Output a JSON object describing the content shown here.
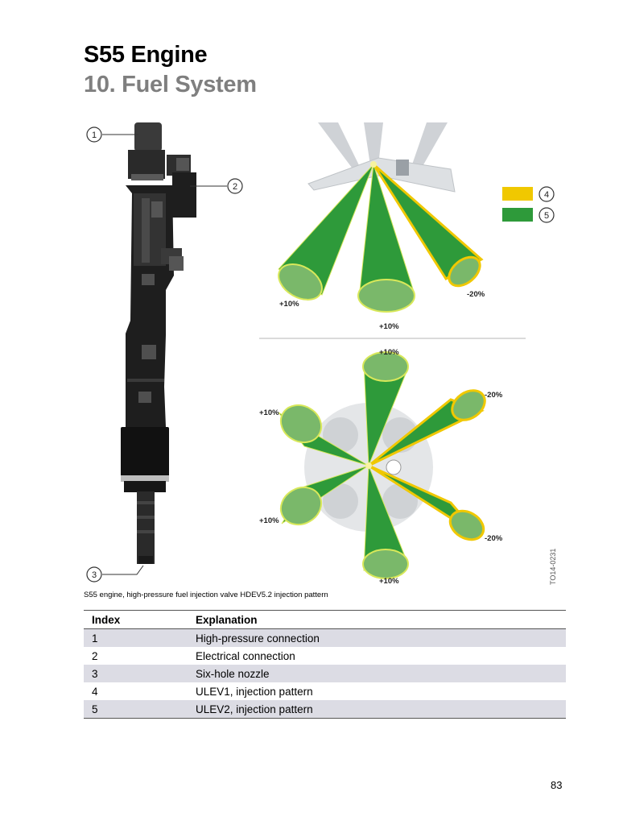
{
  "header": {
    "title": "S55 Engine",
    "subtitle": "10. Fuel System"
  },
  "figure": {
    "callouts": [
      "1",
      "2",
      "3",
      "4",
      "5"
    ],
    "legend": [
      {
        "index": "4",
        "color": "#f0c800"
      },
      {
        "index": "5",
        "color": "#2e9a3a"
      }
    ],
    "side_view_labels": [
      "+10%",
      "+10%",
      "-20%"
    ],
    "top_view_labels": [
      "+10%",
      "-20%",
      "+10%",
      "+10%",
      "-20%",
      "+10%"
    ],
    "image_code": "TO14-0231"
  },
  "caption": "S55 engine, high-pressure fuel injection valve HDEV5.2 injection pattern",
  "table": {
    "headers": [
      "Index",
      "Explanation"
    ],
    "rows": [
      [
        "1",
        "High-pressure connection"
      ],
      [
        "2",
        "Electrical connection"
      ],
      [
        "3",
        "Six-hole nozzle"
      ],
      [
        "4",
        "ULEV1, injection pattern"
      ],
      [
        "5",
        "ULEV2, injection pattern"
      ]
    ]
  },
  "page_number": "83",
  "colors": {
    "spray_green": "#2e9a3a",
    "spray_green_light": "#7ab86a",
    "yellow": "#f0c800",
    "row_shade": "#dcdce4",
    "subtitle_gray": "#7f7f7f"
  }
}
